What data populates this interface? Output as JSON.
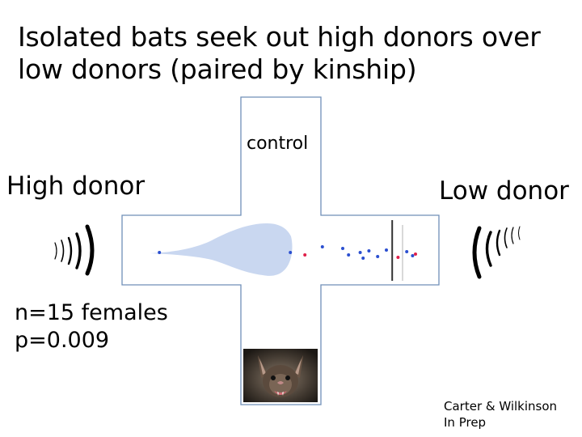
{
  "slide": {
    "title_line1": "Isolated bats seek out high donors over",
    "title_line2": "low donors (paired by kinship)",
    "arm_top_label": "control",
    "left_label": "High donor",
    "right_label": "Low donor",
    "stats_line1": "n=15 females",
    "stats_line2": "p=0.009",
    "credit_line1": "Carter & Wilkinson",
    "credit_line2": "In Prep"
  },
  "icons": {
    "left_sound": "sound-waves-right-icon",
    "right_sound": "sound-waves-left-icon",
    "bat": "vampire-bat-photo"
  },
  "colors": {
    "cross_outline": "#6f8fb8",
    "violin_fill": "#c9d7f0",
    "point_blue": "#2b4fd0",
    "point_red": "#e0204a",
    "median_line": "#333333"
  },
  "chart_data": {
    "type": "scatter",
    "note_values_from_image": true,
    "points": [
      {
        "x": 0.02,
        "color": "blue"
      },
      {
        "x": 0.47,
        "color": "blue"
      },
      {
        "x": 0.52,
        "color": "red"
      },
      {
        "x": 0.58,
        "color": "blue"
      },
      {
        "x": 0.65,
        "color": "blue"
      },
      {
        "x": 0.67,
        "color": "blue"
      },
      {
        "x": 0.71,
        "color": "blue"
      },
      {
        "x": 0.72,
        "color": "blue"
      },
      {
        "x": 0.74,
        "color": "blue"
      },
      {
        "x": 0.77,
        "color": "blue"
      },
      {
        "x": 0.8,
        "color": "blue"
      },
      {
        "x": 0.84,
        "color": "red"
      },
      {
        "x": 0.87,
        "color": "blue"
      },
      {
        "x": 0.89,
        "color": "blue"
      },
      {
        "x": 0.9,
        "color": "red"
      }
    ],
    "median_x": 0.82
  }
}
